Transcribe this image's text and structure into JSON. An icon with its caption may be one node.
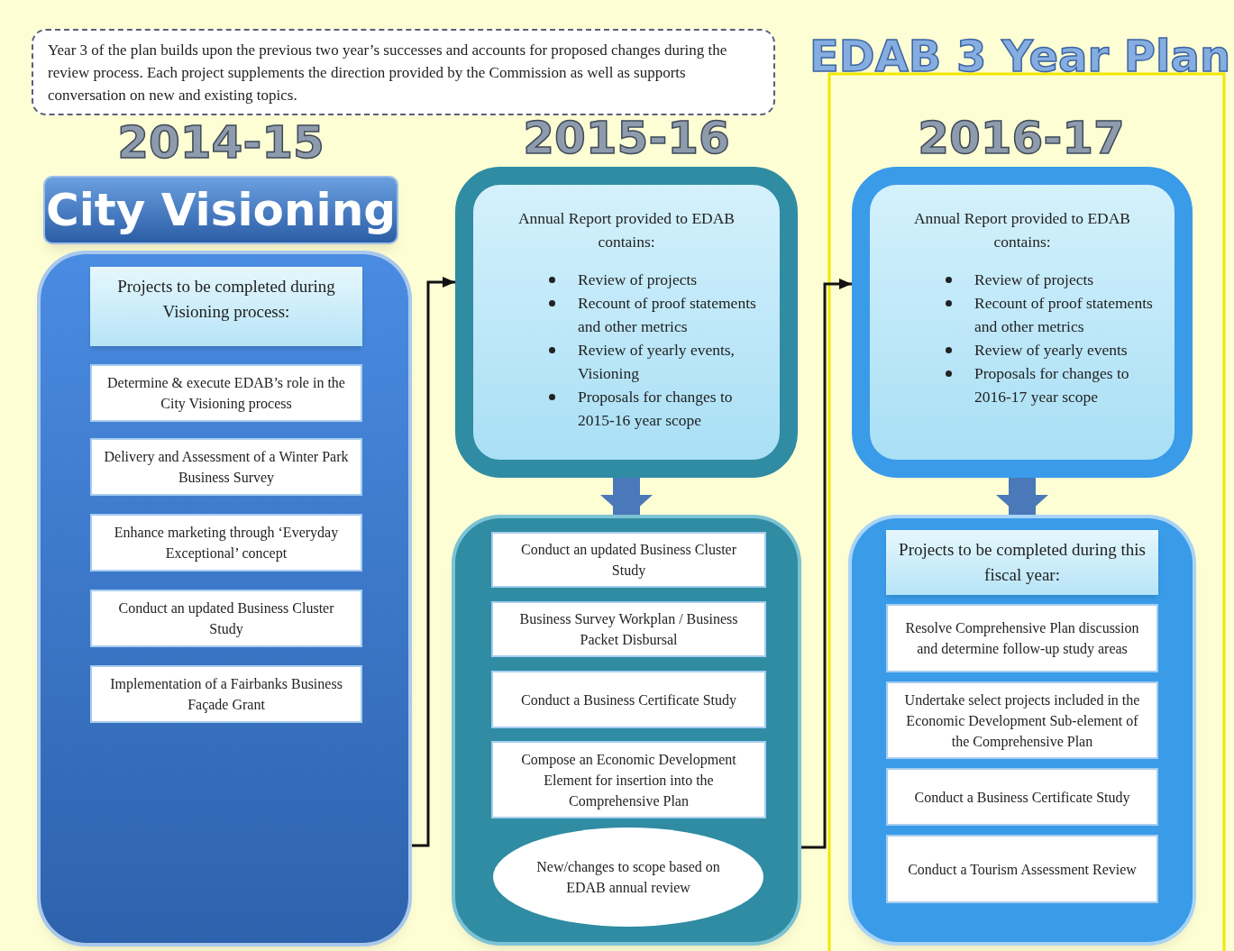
{
  "diagram": {
    "title": "EDAB 3 Year Plan",
    "nodes": [
      {
        "text": [
          "Year 3 of the plan builds upon the previous two year’s successes and accounts for proposed changes during the review process. Each project supplements the direction provided by the Commission as well as supports conversation on new and existing topics."
        ]
      },
      {
        "text": [
          "City Visioning"
        ]
      },
      {
        "text": [],
        "shape": "box"
      },
      {
        "text": [
          "Projects to be completed during Visioning process:"
        ],
        "in": 2
      },
      {
        "text": [
          "Determine & execute EDAB’s role in the City Visioning process"
        ],
        "in": 2
      },
      {
        "text": [
          "Delivery and Assessment of a Winter Park Business Survey"
        ],
        "in": 2
      },
      {
        "text": [
          "Enhance marketing through ‘Everyday Exceptional’ concept"
        ],
        "in": 2
      },
      {
        "text": [
          "Conduct an updated Business Cluster Study"
        ],
        "in": 2
      },
      {
        "text": [
          "Implementation of a Fairbanks Business Façade Grant"
        ],
        "in": 2
      },
      {
        "text": [
          "Annual Report provided to EDAB contains:",
          "Review of projects",
          "Recount of proof statements and other metrics",
          "Review of yearly events, Visioning",
          "Proposals for changes to 2015-16 year scope"
        ]
      },
      {
        "text": [],
        "shape": "box"
      },
      {
        "text": [
          "Conduct an updated Business Cluster Study"
        ],
        "in": 10
      },
      {
        "text": [
          "Business Survey Workplan / Business Packet Disbursal"
        ],
        "in": 10
      },
      {
        "text": [
          "Conduct a Business Certificate Study"
        ],
        "in": 10
      },
      {
        "text": [
          "Compose an Economic Development Element for insertion into the Comprehensive Plan"
        ],
        "in": 10
      },
      {
        "text": [
          "New/changes to scope based on EDAB annual review"
        ],
        "in": 10
      },
      {
        "text": [
          "Annual Report provided to EDAB contains:",
          "Review of projects",
          "Recount of proof statements and other metrics",
          "Review of yearly events",
          "Proposals for changes to 2016-17 year scope"
        ]
      },
      {
        "text": [],
        "shape": "box"
      },
      {
        "text": [
          "Projects to be completed during this fiscal year:"
        ],
        "in": 17
      },
      {
        "text": [
          "Resolve Comprehensive Plan discussion and determine follow-up study areas"
        ],
        "in": 17
      },
      {
        "text": [
          "Undertake select projects included in the Economic Development Sub-element of the Comprehensive Plan"
        ],
        "in": 17
      },
      {
        "text": [
          "Conduct a Business Certificate Study"
        ],
        "in": 17
      },
      {
        "text": [
          "Conduct a Tourism Assessment Review"
        ],
        "in": 17
      }
    ],
    "edges": [
      {
        "from": 2,
        "to": 9,
        "arrow": "to"
      },
      {
        "from": 9,
        "to": 10,
        "arrow": "to",
        "style": "thick",
        "color": "#4a78b8"
      },
      {
        "from": 10,
        "to": 16,
        "arrow": "to"
      },
      {
        "from": 16,
        "to": 17,
        "arrow": "to",
        "style": "thick",
        "color": "#4a78b8"
      }
    ],
    "labels": [
      "2014-15",
      "2015-16",
      "2016-17"
    ]
  }
}
